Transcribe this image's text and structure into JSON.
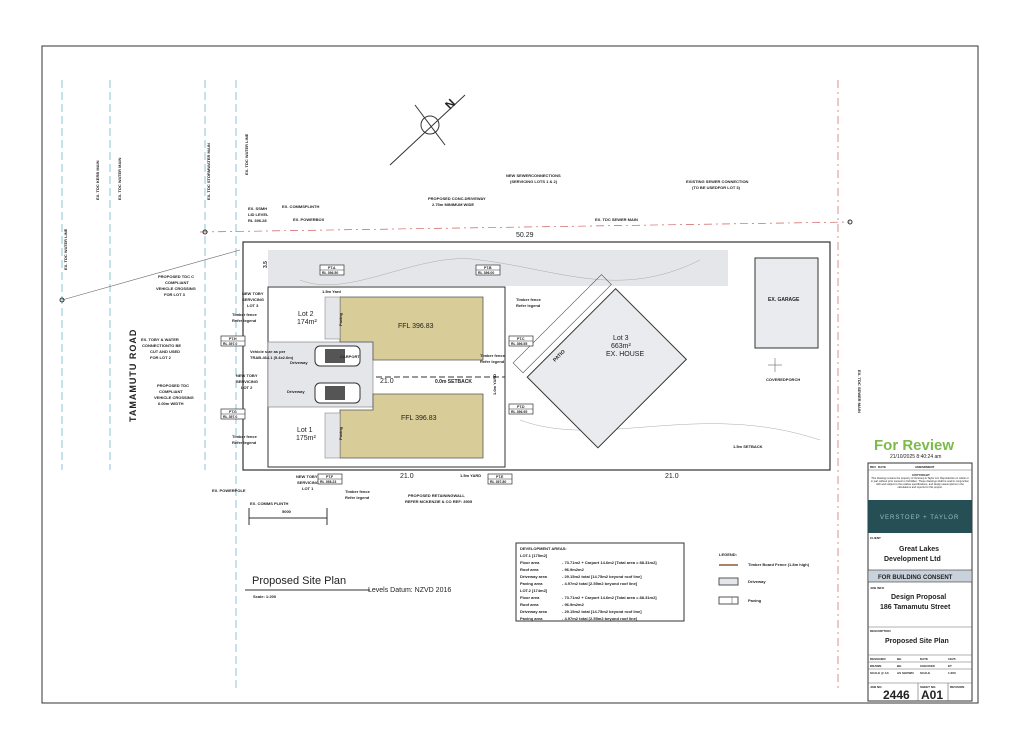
{
  "drawing": {
    "title": "Proposed Site Plan",
    "scale": "Scale: 1:200",
    "levels_datum": "Levels Datum: NZVD 2016",
    "road": "TAMAMUTU ROAD",
    "services": {
      "water_line_left": "EX. TDC WATER LINE",
      "kerb_main": "EX. TDC KERB MAIN",
      "water_main": "EX. TDC WATER MAIN",
      "stormwater_main": "EX. TDC STORMWATER MAIN",
      "water_line": "EX. TDC WATER LINE",
      "sewer_main_top": "EX. TDC SEWER MAIN",
      "sewer_main_right": "EX. TDC SEWER MAIN"
    },
    "annotations": {
      "ssmh": [
        "EX. SSMH",
        "LID LEVEL",
        "RL 396.28"
      ],
      "commsplinth": "EX. COMMSPLINTH",
      "powerbox": "EX. POWERBOX",
      "driveway": [
        "PROPOSED CONC.DRIVEWAY",
        "2.75m MINIMUM WIDE"
      ],
      "new_sewer": [
        "NEW SEWERCONNECTIONS",
        "(SERVICING LOTS 1 & 2)"
      ],
      "existing_sewer": [
        "EXISTING SEWER CONNECTION",
        "(TO BE USEDFOR LOT 3)"
      ],
      "crossing_lot3": [
        "PROPOSED TDC C",
        "COMPLIANT",
        "VEHICLE CROSSING",
        "FOR LOT 3"
      ],
      "toby_water": [
        "EX. TOBY & WATER",
        "CONNECTIONTO BE",
        "CUT AND USED",
        "FOR LOT 2"
      ],
      "crossing_6m": [
        "PROPOSED TDC",
        "COMPLIANT",
        "VEHICLE CROSSING",
        "6.00m WIDTH"
      ],
      "toby_lot3": [
        "NEW TOBY",
        "SERVICING",
        "LOT 3"
      ],
      "toby_lot2": [
        "NEW TOBY",
        "SERVICING",
        "LOT 2"
      ],
      "toby_lot1": [
        "NEW TOBY",
        "SERVICING",
        "LOT 1"
      ],
      "fence": [
        "Timber fence",
        "Refer legend"
      ],
      "vehicle_size": [
        "Vehicle size as per",
        "TRAB-464.1 (5.4x2.6m)"
      ],
      "powerpole": "EX. POWERPOLE",
      "comms_plinth": "EX. COMMS PLINTH",
      "retaining": [
        "PROPOSED RETAININGWALL",
        "REFER MCKENZIE & CO REF: 3905"
      ],
      "dim_5000": "5000",
      "dim_5029": "50.29",
      "dim_21_a": "21.0",
      "dim_21_b": "21.0",
      "dim_21_c": "21.0",
      "dim_35": "3.5",
      "setback_0": "0.0m SETBACK",
      "setback_15": "1.5m SETBACK",
      "yard_15": "1.5m YARD",
      "yard_15b": "1.5m Yard",
      "yard_10": "1.0m YARD",
      "carport": "CARPORT",
      "driveway_lbl": "Driveway",
      "paving_lbl": "Paving",
      "covered_porch": "COVEREDPORCH",
      "patio": "PATIO",
      "garage": "EX. GARAGE",
      "lot3": [
        "Lot 3",
        "663m²",
        "EX. HOUSE"
      ],
      "lot2": [
        "Lot 2",
        "174m²"
      ],
      "lot1": [
        "Lot 1",
        "175m²"
      ],
      "ffl_top": "FFL 396.83",
      "ffl_bottom": "FFL 396.83"
    },
    "points": [
      {
        "name": "PT.A",
        "rl": "RL 396.50"
      },
      {
        "name": "PT.B",
        "rl": "RL 396.00"
      },
      {
        "name": "PT.C",
        "rl": "RL 396.55"
      },
      {
        "name": "PT.D",
        "rl": "RL 396.95"
      },
      {
        "name": "PT.E",
        "rl": "RL 397.80"
      },
      {
        "name": "PT.F",
        "rl": "RL 398.23"
      },
      {
        "name": "PT.G",
        "rl": "RL 397.0"
      },
      {
        "name": "PT.H",
        "rl": "RL 397.0"
      }
    ]
  },
  "development_areas": {
    "title": "DEVELOPMENT AREAS:",
    "lots": [
      {
        "lot": "LOT.1 [175m2]",
        "rows": [
          [
            "Floor area",
            "- 73.71m2 + Carport 14.6m2 [Total area = 88.31m2]"
          ],
          [
            "Roof area",
            "- 96.9m2m2"
          ],
          [
            "Driveway area",
            "- 29.15m2 total [14.75m2 beyond roof line]"
          ],
          [
            "Paving area",
            "- 4.97m2 total [2.55m2 beyond roof line]"
          ]
        ]
      },
      {
        "lot": "LOT.2 [174m2]",
        "rows": [
          [
            "Floor area",
            "- 73.71m2 + Carport 14.6m2 [Total area = 88.31m2]"
          ],
          [
            "Roof area",
            "- 96.9m2m2"
          ],
          [
            "Driveway area",
            "- 29.15m2 total [14.75m2 beyond roof line]"
          ],
          [
            "Paving area",
            "- 4.97m2 total [2.55m2 beyond roof line]"
          ]
        ]
      }
    ]
  },
  "legend": {
    "title": "LEGEND:",
    "items": [
      "Timber Board Fence (1.8m high)",
      "Driveway",
      "Paving"
    ]
  },
  "title_block": {
    "review_stamp": "For Review",
    "review_date": "21/10/2025 8:40:24 am",
    "rev_headers": [
      "REV",
      "DATE",
      "AMENDMENT"
    ],
    "copyright_title": "COPYRIGHT",
    "copyright_text": "This drawing remains the property of Verstoep & Taylor Ltd. Reproduction in whole or in part without prior consent is forbidden. These drawings shall be read in conjunction with and subject to the relative specifications, and design assumptions in the calculations and reports for this project.",
    "brand": "VERSTOEP + TAYLOR",
    "client_label": "CLIENT",
    "client": [
      "Great Lakes",
      "Development Ltd"
    ],
    "status": "FOR BUILDING CONSENT",
    "job_info_label": "JOB INFO",
    "job_info": [
      "Design Proposal",
      "186 Tamamutu Street"
    ],
    "description_label": "DESCRIPTION",
    "description": "Proposed Site Plan",
    "meta": [
      [
        "DESIGNED",
        "BH",
        "DATE",
        "10/25"
      ],
      [
        "DRAWN",
        "BH",
        "CHECKED",
        "ET"
      ],
      [
        "SCALE @ A3",
        "AS SHOWN",
        "SCALE",
        "1:200"
      ]
    ],
    "job_no_label": "JOB NO.",
    "job_no": "2446",
    "sheet_label": "SHEET NO.",
    "sheet_no": "A01",
    "revision_label": "REVISION"
  },
  "colors": {
    "house_fill": "#d8cc98",
    "driveway_fill": "#e4e6ea",
    "brand_bg": "#264f55",
    "review_green": "#7cba4a",
    "status_bg": "#c9d2da"
  }
}
